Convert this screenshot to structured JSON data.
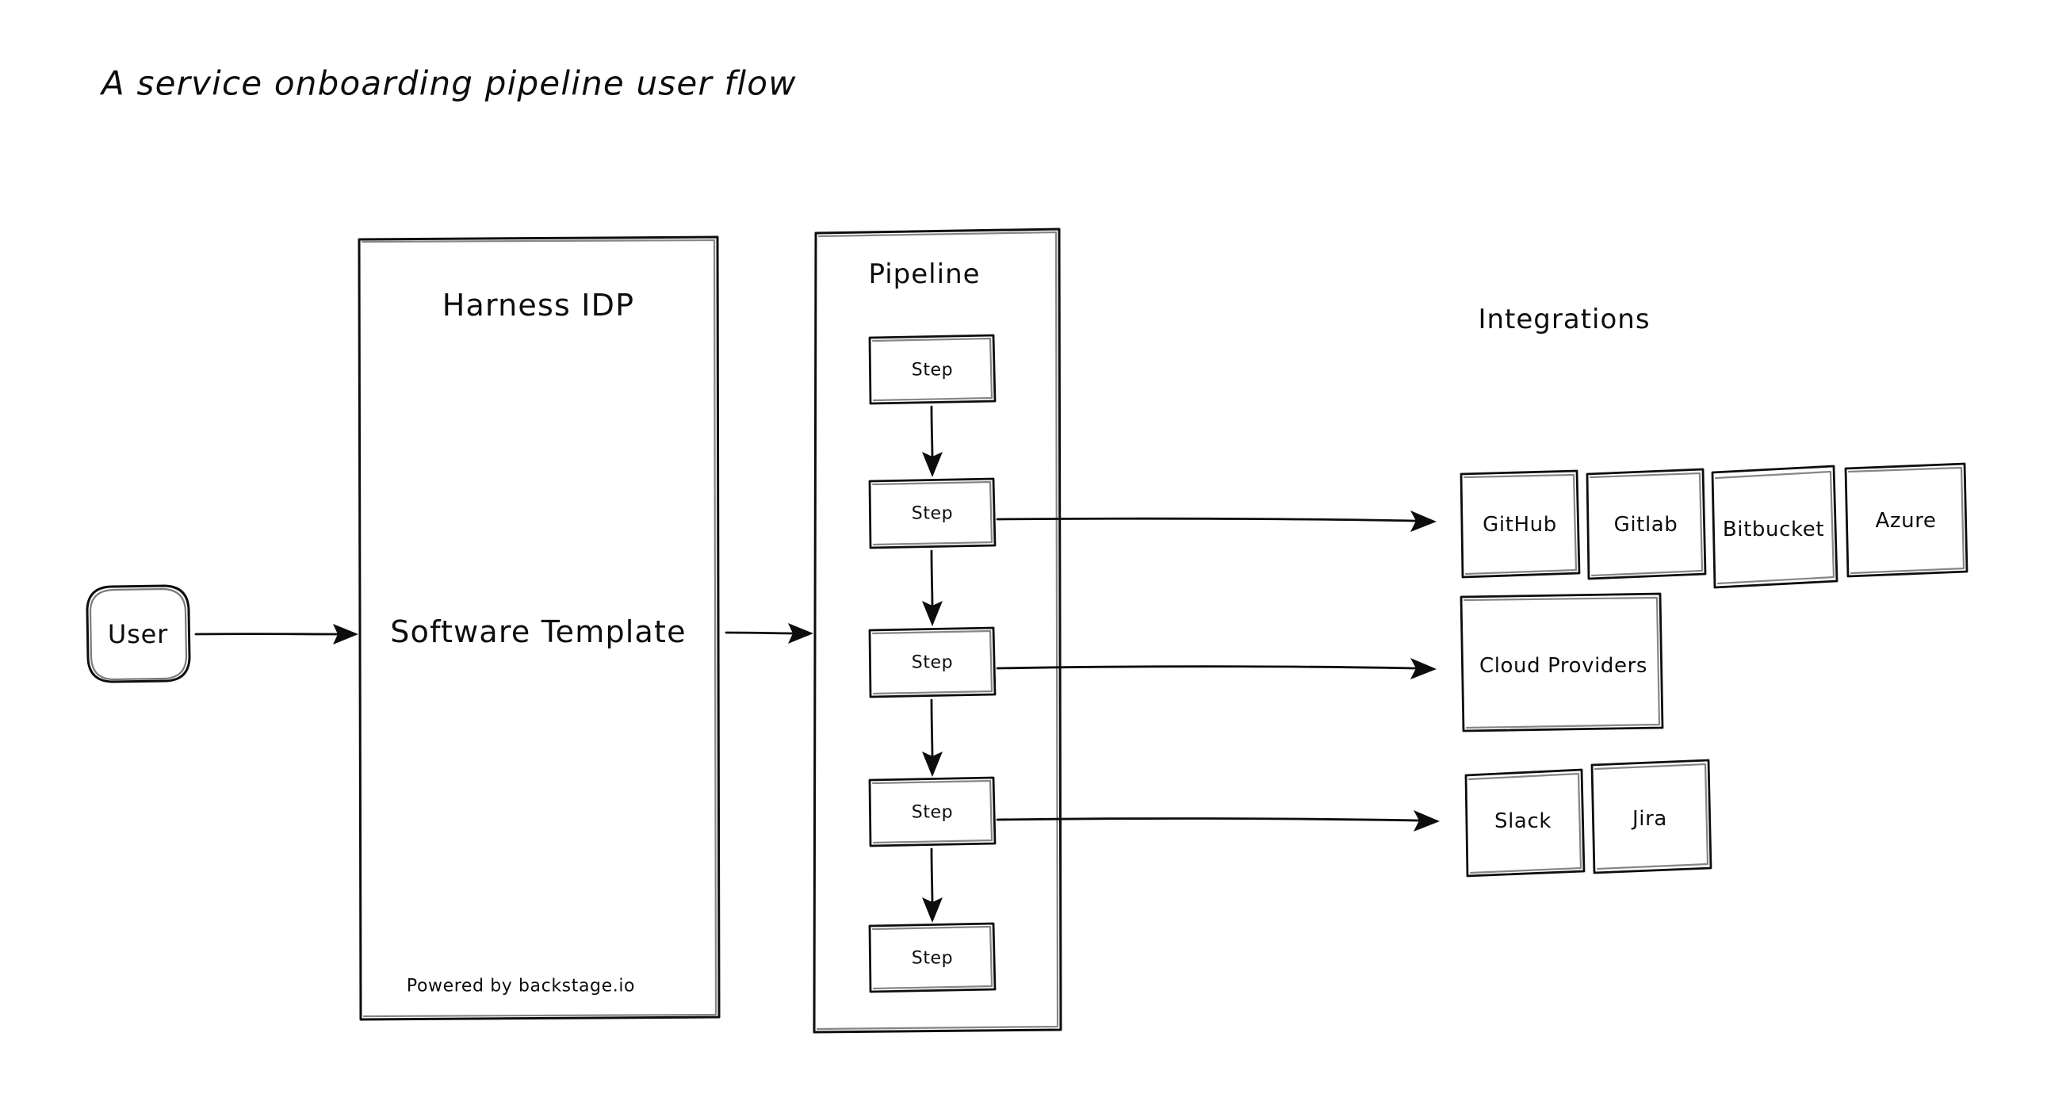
{
  "diagram": {
    "title": "A service onboarding pipeline user flow",
    "style": "hand-drawn-sketch",
    "background_color": "#ffffff",
    "stroke_color": "#0d0d0d"
  },
  "actor": {
    "label": "User",
    "shape": "rounded-rectangle"
  },
  "idp_container": {
    "title": "Harness IDP",
    "body_label": "Software Template",
    "footer": "Powered by backstage.io"
  },
  "pipeline_container": {
    "title": "Pipeline",
    "steps": [
      {
        "label": "Step"
      },
      {
        "label": "Step"
      },
      {
        "label": "Step"
      },
      {
        "label": "Step"
      },
      {
        "label": "Step"
      }
    ]
  },
  "integrations": {
    "title": "Integrations",
    "scm_row": [
      {
        "label": "GitHub"
      },
      {
        "label": "Gitlab"
      },
      {
        "label": "Bitbucket"
      },
      {
        "label": "Azure"
      }
    ],
    "cloud_row": [
      {
        "label": "Cloud Providers"
      }
    ],
    "collab_row": [
      {
        "label": "Slack"
      },
      {
        "label": "Jira"
      }
    ]
  },
  "connections": [
    {
      "from": "User",
      "to": "Harness IDP",
      "type": "arrow"
    },
    {
      "from": "Harness IDP",
      "to": "Pipeline",
      "type": "arrow"
    },
    {
      "from": "Step 1",
      "to": "Step 2",
      "type": "arrow"
    },
    {
      "from": "Step 2",
      "to": "Step 3",
      "type": "arrow"
    },
    {
      "from": "Step 3",
      "to": "Step 4",
      "type": "arrow"
    },
    {
      "from": "Step 4",
      "to": "Step 5",
      "type": "arrow"
    },
    {
      "from": "Step 2",
      "to": "GitHub",
      "type": "arrow"
    },
    {
      "from": "Step 3",
      "to": "Cloud Providers",
      "type": "arrow"
    },
    {
      "from": "Step 4",
      "to": "Slack",
      "type": "arrow"
    }
  ]
}
